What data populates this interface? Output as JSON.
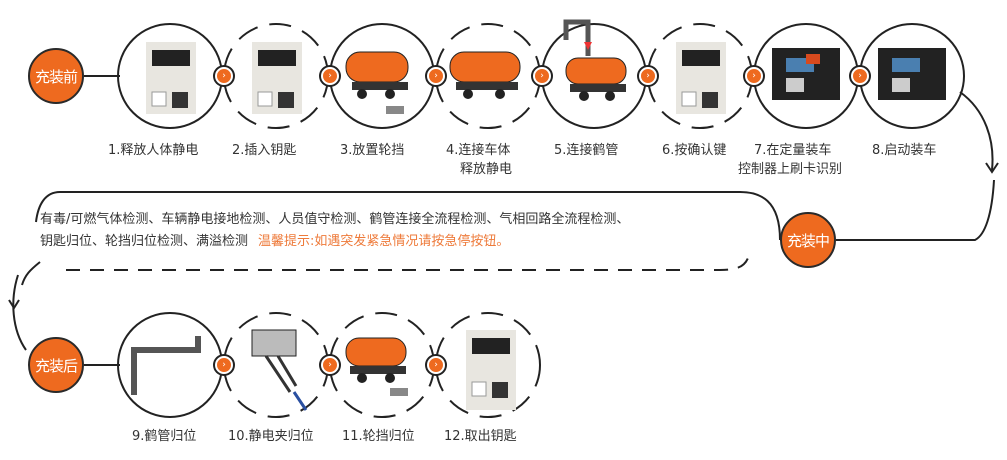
{
  "phases": {
    "before": "充装前",
    "during": "充装中",
    "after": "充装后"
  },
  "steps": [
    {
      "label": "1.释放人体静电",
      "icon": "control-panel-hand-icon"
    },
    {
      "label": "2.插入钥匙",
      "icon": "control-panel-key-icon"
    },
    {
      "label": "3.放置轮挡",
      "icon": "tanker-wheel-chock-icon"
    },
    {
      "label": "4.连接车体",
      "label2": "释放静电",
      "icon": "tanker-ground-cable-icon"
    },
    {
      "label": "5.连接鹤管",
      "icon": "tanker-loading-arm-icon"
    },
    {
      "label": "6.按确认键",
      "icon": "control-panel-press-icon"
    },
    {
      "label": "7.在定量装车",
      "label2": "控制器上刷卡识别",
      "icon": "card-reader-icon"
    },
    {
      "label": "8.启动装车",
      "icon": "controller-keypad-icon"
    },
    {
      "label": "9.鹤管归位",
      "icon": "loading-arm-pipe-icon"
    },
    {
      "label": "10.静电夹归位",
      "icon": "static-clamp-icon"
    },
    {
      "label": "11.轮挡归位",
      "icon": "tanker-wheel-chock-icon"
    },
    {
      "label": "12.取出钥匙",
      "icon": "control-panel-key-icon"
    }
  ],
  "during_note": {
    "line1": "有毒/可燃气体检测、车辆静电接地检测、人员值守检测、鹤管连接全流程检测、气相回路全流程检测、",
    "line2": "钥匙归位、轮挡归位检测、满溢检测",
    "warning": "温馨提示:如遇突发紧急情况请按急停按钮。"
  },
  "connector_glyph": "›",
  "colors": {
    "accent": "#ee6a1f",
    "line": "#222222",
    "warning_text": "#ee7a3a"
  }
}
